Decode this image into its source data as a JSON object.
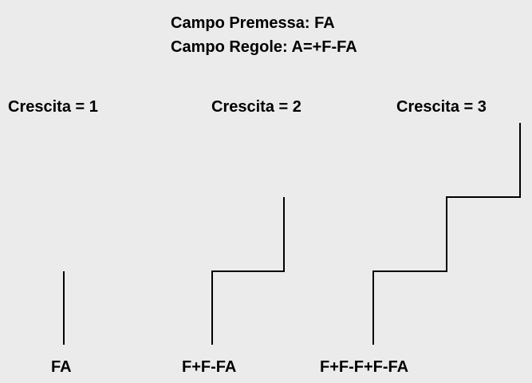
{
  "header": {
    "premise": "Campo Premessa: FA",
    "rules": "Campo Regole: A=+F-FA"
  },
  "stages": [
    {
      "title": "Crescita = 1",
      "string": "FA"
    },
    {
      "title": "Crescita = 2",
      "string": "F+F-FA"
    },
    {
      "title": "Crescita = 3",
      "string": "F+F-F+F-FA"
    }
  ],
  "colors": {
    "background": "#ebebeb",
    "stroke": "#000000"
  }
}
